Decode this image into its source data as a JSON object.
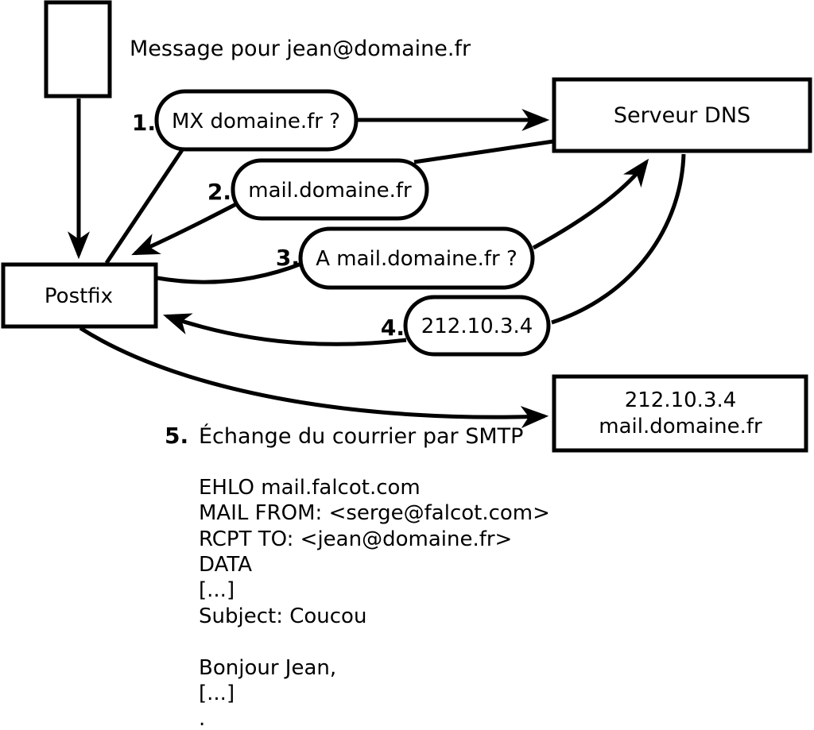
{
  "diagram": {
    "message_label": "Message pour jean@domaine.fr",
    "nodes": {
      "postfix": {
        "label": "Postfix"
      },
      "dns": {
        "label": "Serveur DNS"
      },
      "destination": {
        "line1": "212.10.3.4",
        "line2": "mail.domaine.fr"
      }
    },
    "steps": [
      {
        "num": "1.",
        "label": "MX domaine.fr ?"
      },
      {
        "num": "2.",
        "label": "mail.domaine.fr"
      },
      {
        "num": "3.",
        "label": "A mail.domaine.fr ?"
      },
      {
        "num": "4.",
        "label": "212.10.3.4"
      },
      {
        "num": "5.",
        "label": "Échange du courrier par SMTP"
      }
    ],
    "smtp_session": {
      "lines": [
        "EHLO mail.falcot.com",
        "MAIL FROM: <serge@falcot.com>",
        "RCPT TO: <jean@domaine.fr>",
        "DATA",
        "[...]",
        "Subject: Coucou",
        "",
        "Bonjour Jean,",
        "[...]",
        "."
      ]
    },
    "colors": {
      "stroke": "#000000",
      "background": "#ffffff"
    }
  }
}
